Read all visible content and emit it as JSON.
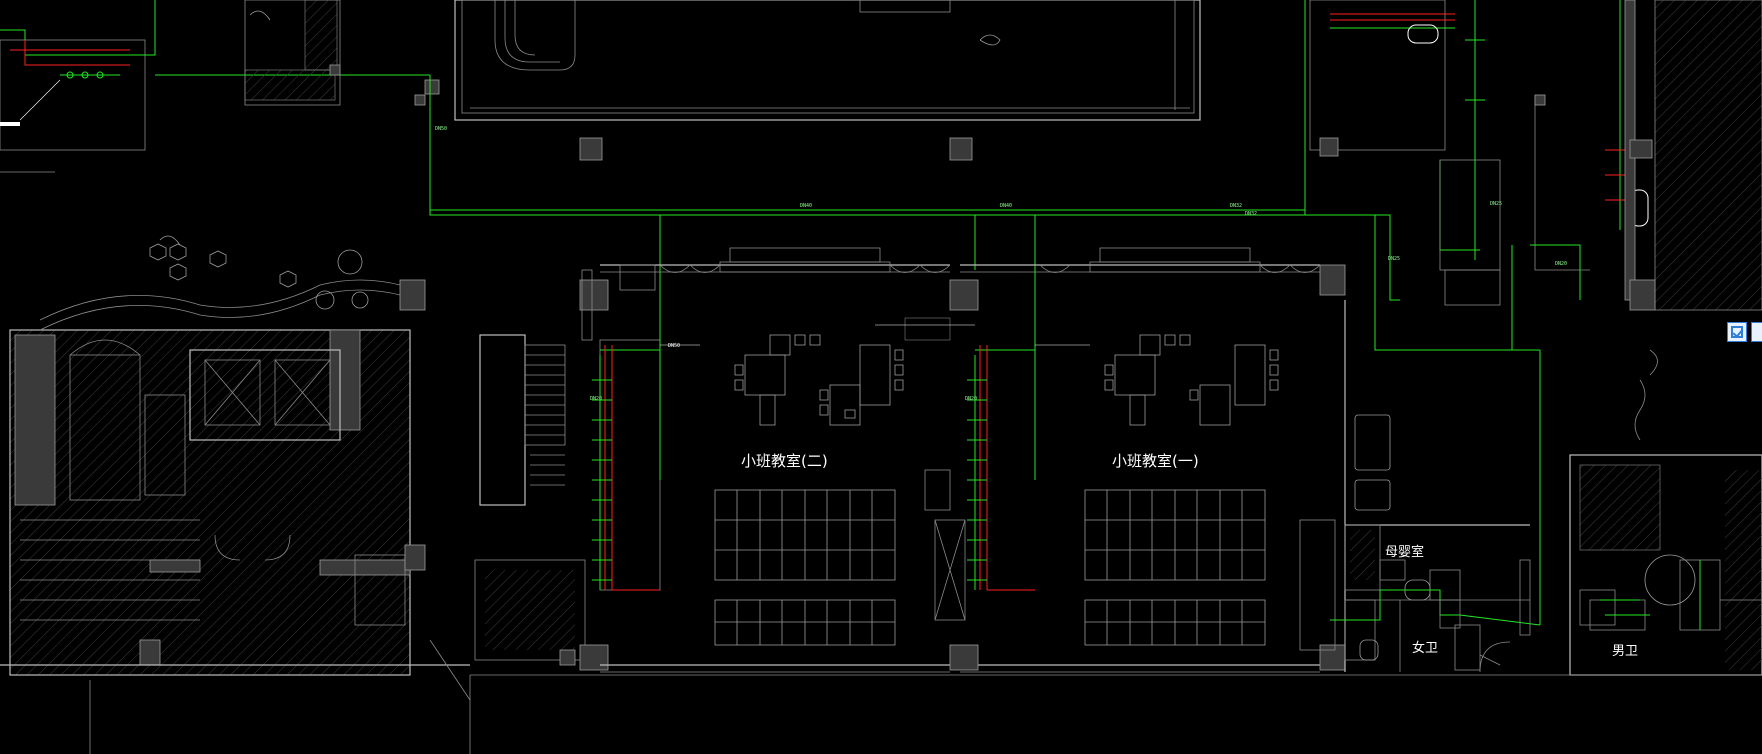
{
  "drawing": {
    "rooms": {
      "classroom_two": "小班教室(二)",
      "classroom_one": "小班教室(一)",
      "accessible_room": "母婴室",
      "female_wc": "女卫",
      "male_wc": "男卫"
    }
  },
  "toolbar": {
    "floating_icon": "checkbox-icon"
  },
  "colors": {
    "background": "#000000",
    "supply_pipe": "#22e822",
    "return_pipe": "#ff2020",
    "walls": "#bdbdbd"
  }
}
